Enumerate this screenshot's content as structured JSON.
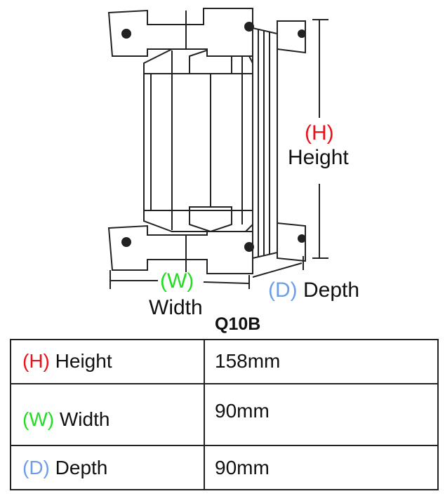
{
  "diagram": {
    "height_label": {
      "code": "(H)",
      "text": "Height"
    },
    "width_label": {
      "code": "(W)",
      "text": "Width"
    },
    "depth_label": {
      "code": "(D)",
      "text": "Depth"
    }
  },
  "model": "Q10B",
  "table": {
    "rows": [
      {
        "code": "(H)",
        "name": "Height",
        "value": "158mm",
        "color": "#e8141c"
      },
      {
        "code": "(W)",
        "name": "Width",
        "value": "90mm",
        "color": "#22dd22"
      },
      {
        "code": "(D)",
        "name": "Depth",
        "value": "90mm",
        "color": "#6f9ee8"
      }
    ]
  }
}
